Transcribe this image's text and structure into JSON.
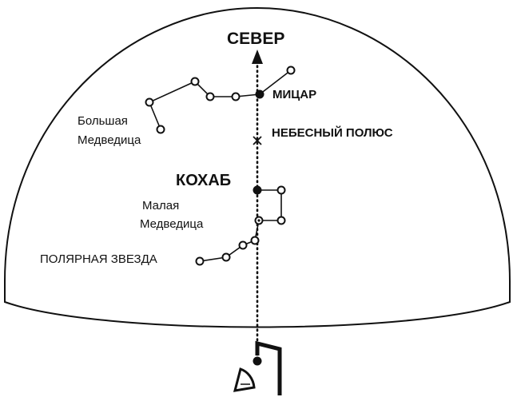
{
  "labels": {
    "north": "СЕВЕР",
    "mizar": "МИЦАР",
    "celestial_pole": "НЕБЕСНЫЙ ПОЛЮС",
    "kochab": "КОХАБ",
    "big_dipper_line1": "Большая",
    "big_dipper_line2": "Медведица",
    "little_dipper_line1": "Малая",
    "little_dipper_line2": "Медведица",
    "polaris": "ПОЛЯРНАЯ ЗВЕЗДА"
  },
  "colors": {
    "ink": "#111111",
    "background": "#ffffff"
  }
}
